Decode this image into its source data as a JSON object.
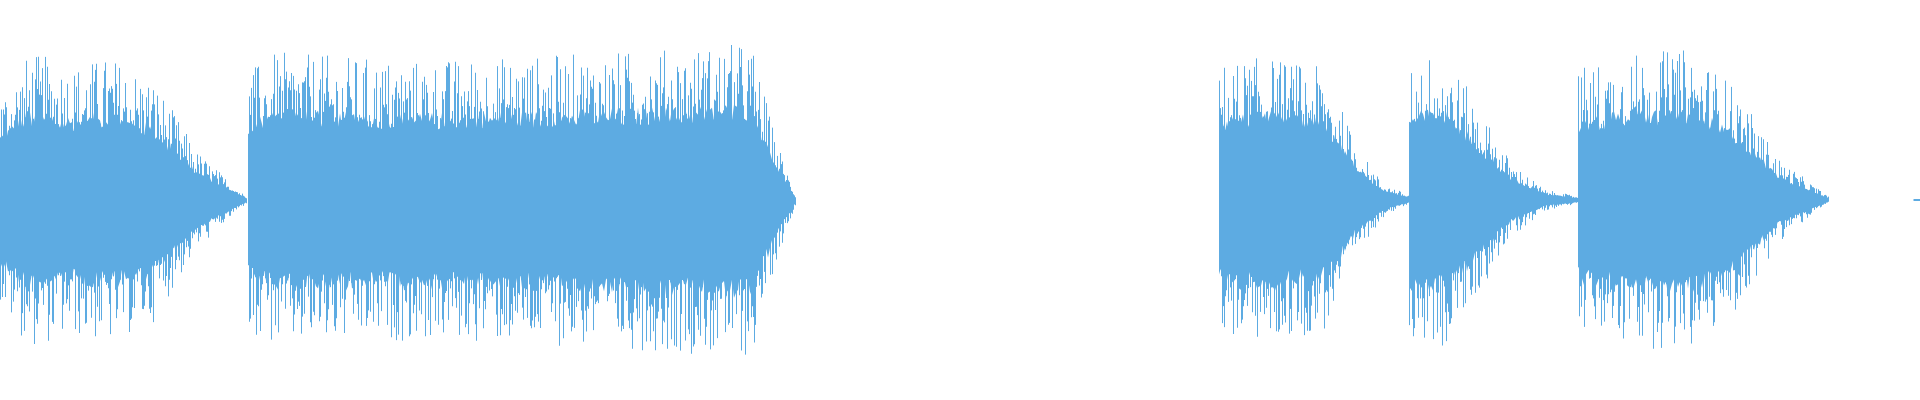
{
  "waveform": {
    "color": "#5dabe2",
    "background": "#ffffff",
    "segments": [
      {
        "name": "segment-1",
        "start": 0.0,
        "end": 0.128,
        "shape": [
          [
            0,
            0.62
          ],
          [
            0.12,
            0.84
          ],
          [
            0.3,
            0.78
          ],
          [
            0.45,
            0.82
          ],
          [
            0.62,
            0.7
          ],
          [
            0.8,
            0.28
          ],
          [
            1,
            0.02
          ]
        ]
      },
      {
        "name": "segment-2",
        "start": 0.129,
        "end": 0.414,
        "shape": [
          [
            0,
            0.74
          ],
          [
            0.05,
            0.84
          ],
          [
            0.3,
            0.8
          ],
          [
            0.5,
            0.82
          ],
          [
            0.75,
            0.86
          ],
          [
            0.92,
            0.9
          ],
          [
            0.96,
            0.4
          ],
          [
            1,
            0.03
          ]
        ]
      },
      {
        "name": "segment-3",
        "start": 0.635,
        "end": 0.735,
        "shape": [
          [
            0,
            0.78
          ],
          [
            0.25,
            0.82
          ],
          [
            0.55,
            0.75
          ],
          [
            0.72,
            0.3
          ],
          [
            0.85,
            0.1
          ],
          [
            1,
            0.02
          ]
        ]
      },
      {
        "name": "segment-4",
        "start": 0.734,
        "end": 0.822,
        "shape": [
          [
            0,
            0.8
          ],
          [
            0.2,
            0.86
          ],
          [
            0.4,
            0.55
          ],
          [
            0.6,
            0.22
          ],
          [
            0.8,
            0.06
          ],
          [
            1,
            0.02
          ]
        ]
      },
      {
        "name": "segment-5",
        "start": 0.822,
        "end": 0.952,
        "shape": [
          [
            0,
            0.76
          ],
          [
            0.2,
            0.84
          ],
          [
            0.45,
            0.86
          ],
          [
            0.62,
            0.66
          ],
          [
            0.8,
            0.24
          ],
          [
            1,
            0.02
          ]
        ]
      },
      {
        "name": "segment-6",
        "start": 0.997,
        "end": 1.0,
        "shape": [
          [
            0,
            0.01
          ],
          [
            1,
            0.01
          ]
        ]
      }
    ]
  }
}
